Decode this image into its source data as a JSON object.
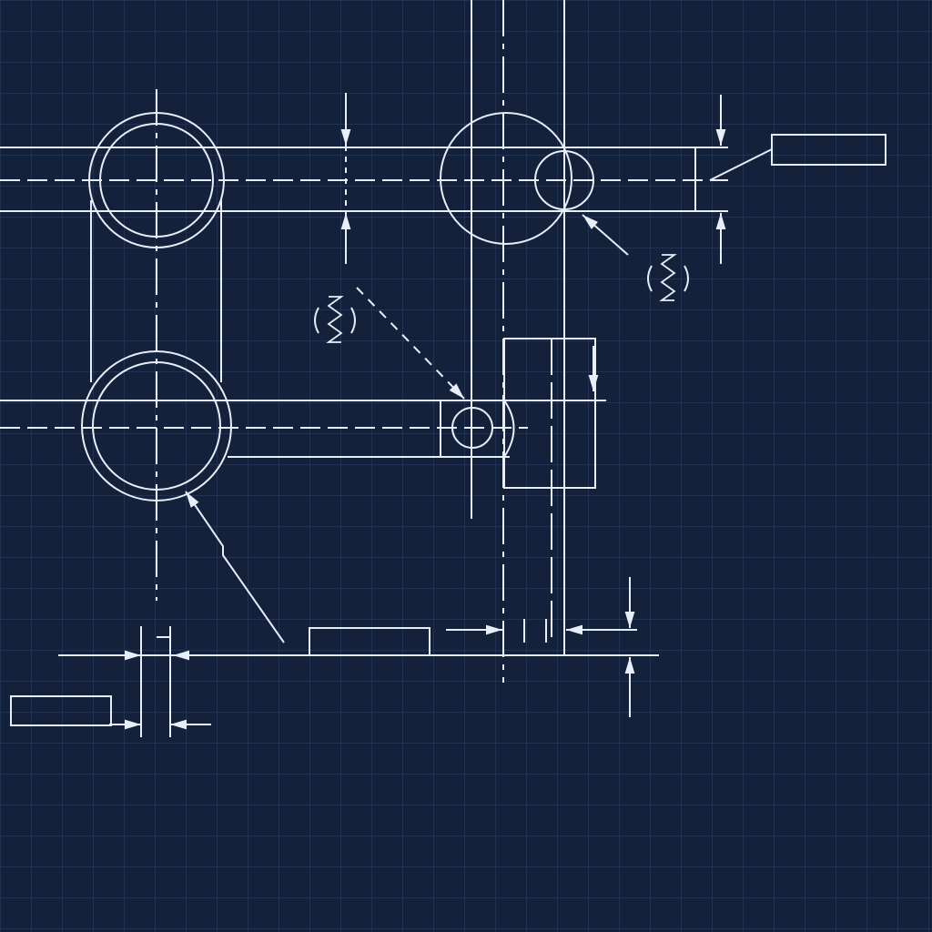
{
  "diagram": {
    "style": "blueprint",
    "colors": {
      "background": "#14213b",
      "grid": "#26375a",
      "line": "#e8eef8"
    },
    "symbols": [
      "spring-symbol",
      "spring-symbol"
    ]
  }
}
